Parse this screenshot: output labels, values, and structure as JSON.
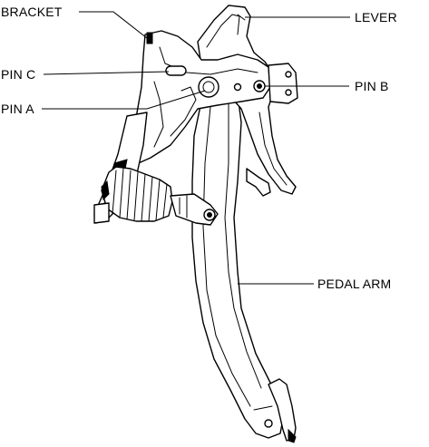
{
  "labels": {
    "bracket": "BRACKET",
    "lever": "LEVER",
    "pin_c": "PIN C",
    "pin_b": "PIN B",
    "pin_a": "PIN A",
    "pedal_arm": "PEDAL ARM"
  }
}
